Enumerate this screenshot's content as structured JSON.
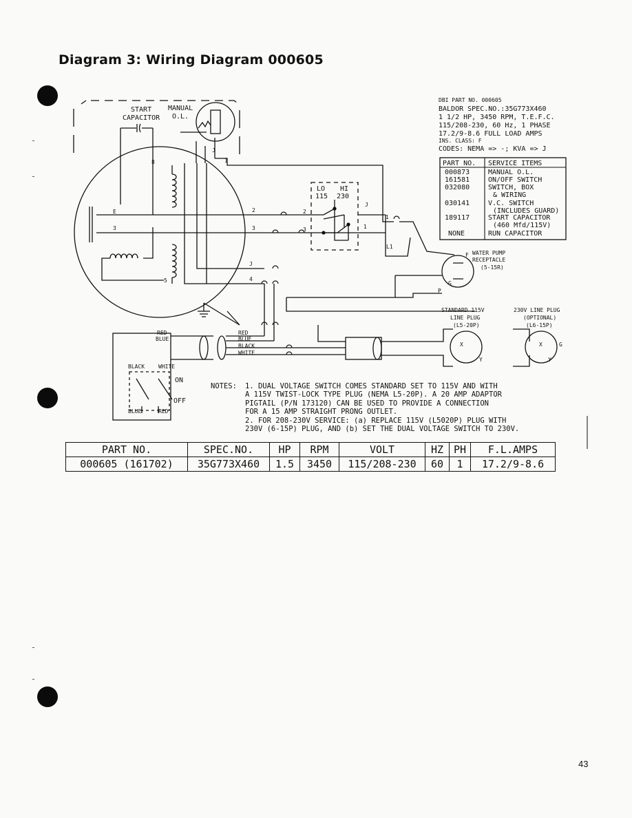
{
  "heading": "Diagram 3:  Wiring Diagram 000605",
  "spec_block": [
    "DBI PART NO. 000605",
    "BALDOR SPEC.NO.:35G773X460",
    "1 1/2 HP, 3450 RPM, T.E.F.C.",
    "115/208-230, 60 Hz, 1 PHASE",
    "17.2/9-8.6 FULL LOAD AMPS",
    "INS. CLASS: F",
    "CODES: NEMA => -; KVA => J"
  ],
  "service_table": {
    "headers": [
      "PART NO.",
      "SERVICE ITEMS"
    ],
    "rows": [
      [
        "000873",
        "MANUAL O.L."
      ],
      [
        "161581",
        "ON/OFF SWITCH"
      ],
      [
        "032080",
        "SWITCH, BOX"
      ],
      [
        "",
        "& WIRING"
      ],
      [
        "030141",
        "V.C. SWITCH"
      ],
      [
        "",
        "(INCLUDES GUARD)"
      ],
      [
        "189117",
        "START CAPACITOR"
      ],
      [
        "",
        "(460 Mfd/115V)"
      ],
      [
        "NONE",
        "RUN CAPACITOR"
      ]
    ]
  },
  "labels": {
    "start": "START",
    "capacitor": "CAPACITOR",
    "manual": "MANUAL",
    "ol": "O.L.",
    "lo": "LO",
    "hi": "HI",
    "v115": "115",
    "v230": "230",
    "water_pump_1": "WATER PUMP",
    "water_pump_2": "RECEPTACLE",
    "water_pump_3": "(5-15R)",
    "std_plug_1": "STANDARD 115V",
    "std_plug_2": "LINE PLUG",
    "std_plug_3": "(L5-20P)",
    "opt_plug_1": "230V LINE PLUG",
    "opt_plug_2": "(OPTIONAL)",
    "opt_plug_3": "(L6-15P)",
    "on": "ON",
    "off": "OFF",
    "red": "RED",
    "blue": "BLUE",
    "black": "BLACK",
    "white": "WHITE",
    "l1": "L1",
    "t_e": "E",
    "t_j": "J",
    "t_1": "1",
    "t_2": "2",
    "t_3": "3",
    "t_4": "4",
    "t_5": "5",
    "t_8": "8",
    "t_p": "P",
    "t_g": "G",
    "t_x": "X",
    "t_y": "Y",
    "t_f": "F"
  },
  "notes": {
    "lead": "NOTES:",
    "items": [
      "1. DUAL VOLTAGE SWITCH COMES STANDARD SET TO 115V AND WITH\nA 115V TWIST-LOCK TYPE PLUG (NEMA L5-20P). A 20 AMP ADAPTOR\nPIGTAIL (P/N 173120) CAN BE USED TO PROVIDE A CONNECTION\nFOR A 15 AMP STRAIGHT PRONG OUTLET.",
      "2. FOR 208-230V SERVICE: (a) REPLACE 115V (L5020P) PLUG WITH\n230V (6-15P) PLUG, AND (b) SET THE DUAL VOLTAGE SWITCH TO 230V."
    ]
  },
  "spec_table": {
    "headers": [
      "PART NO.",
      "SPEC.NO.",
      "HP",
      "RPM",
      "VOLT",
      "HZ",
      "PH",
      "F.L.AMPS"
    ],
    "row": [
      "000605 (161702)",
      "35G773X460",
      "1.5",
      "3450",
      "115/208-230",
      "60",
      "1",
      "17.2/9-8.6"
    ]
  },
  "page_number": "43"
}
